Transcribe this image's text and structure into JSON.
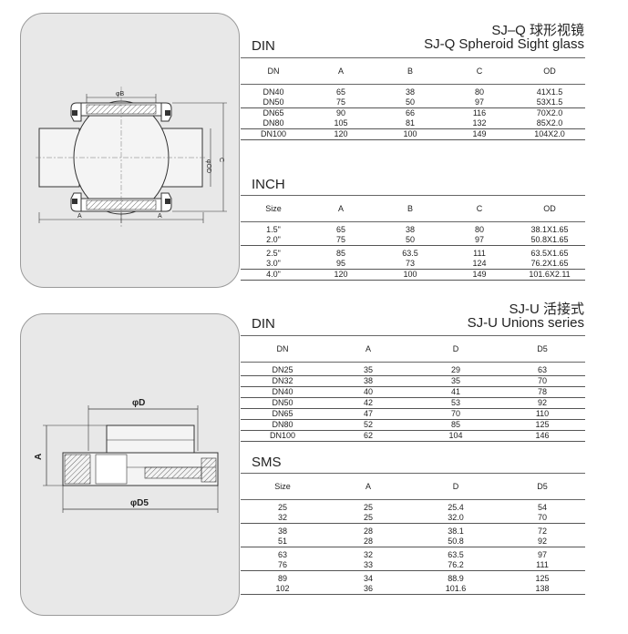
{
  "sight_glass": {
    "title_cn": "SJ–Q 球形视镜",
    "title_en": "SJ-Q Spheroid Sight glass",
    "drawing_labels": {
      "phiB": "φB",
      "phiOD": "φOD",
      "C": "C",
      "A_left": "A",
      "A_right": "A"
    },
    "din": {
      "label": "DIN",
      "headers": [
        "DN",
        "A",
        "B",
        "C",
        "OD"
      ],
      "rows": [
        [
          "DN40",
          "65",
          "38",
          "80",
          "41X1.5"
        ],
        [
          "DN50",
          "75",
          "50",
          "97",
          "53X1.5"
        ],
        [
          "DN65",
          "90",
          "66",
          "116",
          "70X2.0"
        ],
        [
          "DN80",
          "105",
          "81",
          "132",
          "85X2.0"
        ],
        [
          "DN100",
          "120",
          "100",
          "149",
          "104X2.0"
        ]
      ]
    },
    "inch": {
      "label": "INCH",
      "headers": [
        "Size",
        "A",
        "B",
        "C",
        "OD"
      ],
      "rows": [
        [
          "1.5\"",
          "65",
          "38",
          "80",
          "38.1X1.65"
        ],
        [
          "2.0\"",
          "75",
          "50",
          "97",
          "50.8X1.65"
        ],
        [
          "2.5\"",
          "85",
          "63.5",
          "111",
          "63.5X1.65"
        ],
        [
          "3.0\"",
          "95",
          "73",
          "124",
          "76.2X1.65"
        ],
        [
          "4.0\"",
          "120",
          "100",
          "149",
          "101.6X2.11"
        ]
      ]
    }
  },
  "unions": {
    "title_cn": "SJ-U 活接式",
    "title_en": "SJ-U Unions series",
    "drawing_labels": {
      "phiD": "φD",
      "A": "A",
      "phiD5": "φD5"
    },
    "din": {
      "label": "DIN",
      "headers": [
        "DN",
        "A",
        "D",
        "D5"
      ],
      "rows": [
        [
          "DN25",
          "35",
          "29",
          "63"
        ],
        [
          "DN32",
          "38",
          "35",
          "70"
        ],
        [
          "DN40",
          "40",
          "41",
          "78"
        ],
        [
          "DN50",
          "42",
          "53",
          "92"
        ],
        [
          "DN65",
          "47",
          "70",
          "110"
        ],
        [
          "DN80",
          "52",
          "85",
          "125"
        ],
        [
          "DN100",
          "62",
          "104",
          "146"
        ]
      ]
    },
    "sms": {
      "label": "SMS",
      "headers": [
        "Size",
        "A",
        "D",
        "D5"
      ],
      "rows": [
        [
          "25",
          "25",
          "25.4",
          "54"
        ],
        [
          "32",
          "25",
          "32.0",
          "70"
        ],
        [
          "38",
          "28",
          "38.1",
          "72"
        ],
        [
          "51",
          "28",
          "50.8",
          "92"
        ],
        [
          "63",
          "32",
          "63.5",
          "97"
        ],
        [
          "76",
          "33",
          "76.2",
          "111"
        ],
        [
          "89",
          "34",
          "88.9",
          "125"
        ],
        [
          "102",
          "36",
          "101.6",
          "138"
        ]
      ]
    }
  }
}
